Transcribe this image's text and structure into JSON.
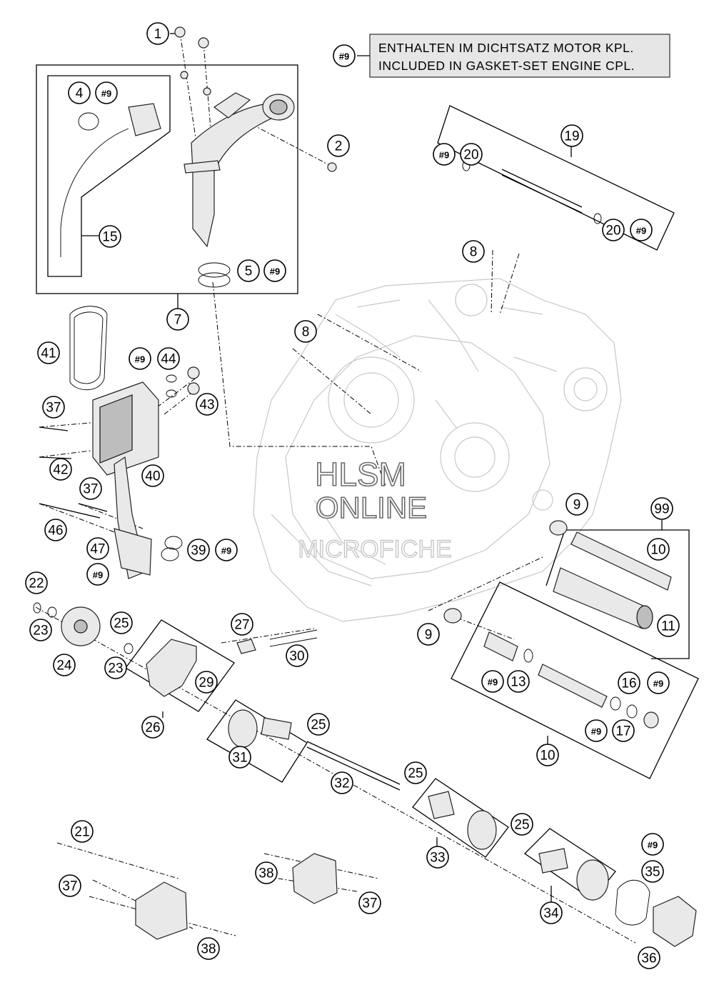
{
  "note": {
    "ref": "#9",
    "line1": "ENTHALTEN IM DICHTSATZ MOTOR KPL.",
    "line2": "INCLUDED IN GASKET-SET ENGINE CPL."
  },
  "watermark": {
    "line1": "HLSM",
    "line2": "ONLINE",
    "line3": "MICROFICHE"
  },
  "callouts": [
    "1",
    "2",
    "4",
    "#9",
    "5",
    "#9",
    "15",
    "7",
    "19",
    "#9",
    "20",
    "20",
    "#9",
    "8",
    "8",
    "41",
    "#9",
    "44",
    "43",
    "37",
    "42",
    "40",
    "37",
    "46",
    "47",
    "#9",
    "39",
    "#9",
    "9",
    "99",
    "10",
    "11",
    "9",
    "#9",
    "13",
    "16",
    "#9",
    "#9",
    "17",
    "10",
    "22",
    "23",
    "24",
    "25",
    "23",
    "27",
    "30",
    "29",
    "26",
    "31",
    "25",
    "32",
    "25",
    "33",
    "25",
    "21",
    "37",
    "38",
    "38",
    "37",
    "#9",
    "35",
    "34",
    "36"
  ]
}
